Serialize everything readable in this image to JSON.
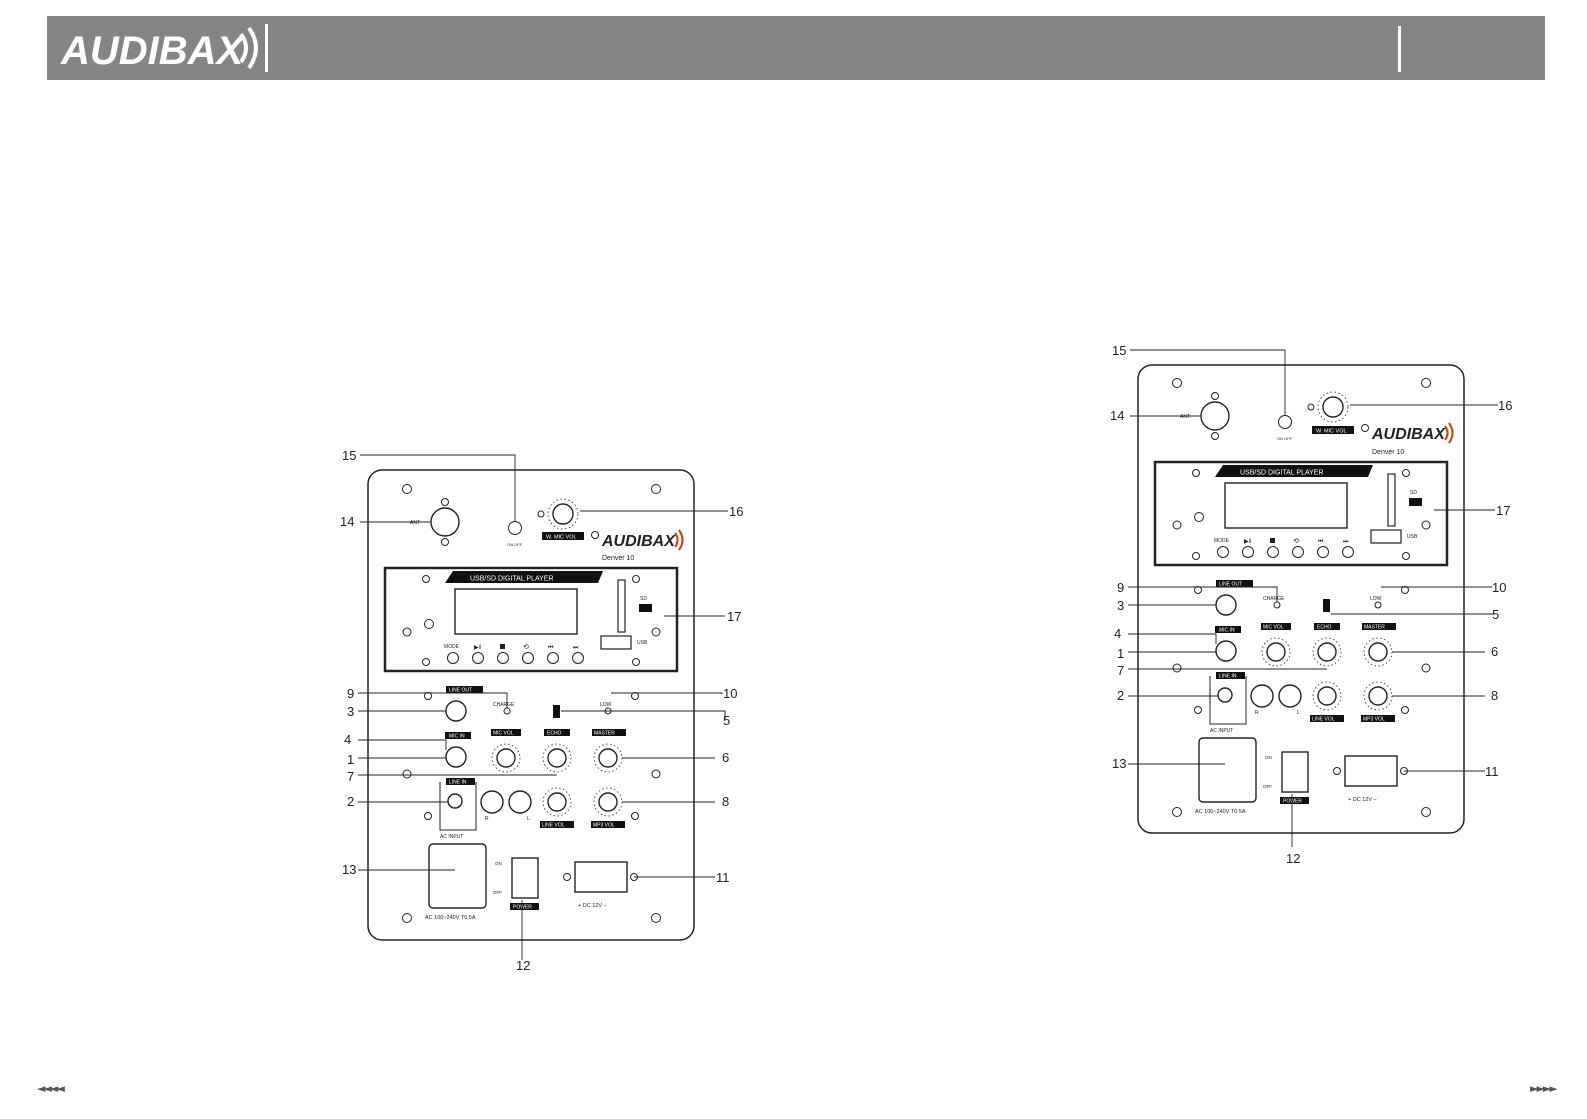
{
  "header": {
    "brand_logo": "AUDIBAX",
    "bg_color": "#858585"
  },
  "panel": {
    "ant": "ANT",
    "on_off": "ON OFF",
    "w_mic_vol": "W. MIC VOL",
    "brand": "AUDIBAX",
    "model": "Denver 10",
    "player_title": "USB/SD DIGITAL PLAYER",
    "sd": "SD",
    "usb": "USB",
    "mode": "MODE",
    "line_out": "LINE OUT",
    "charge": "CHARGE",
    "low": "LOW",
    "mic_in": "MIC IN",
    "mic_vol": "MIC VOL",
    "echo": "ECHO",
    "master": "MASTER",
    "line_in": "LINE IN",
    "r": "R",
    "l": "L",
    "line_vol": "LINE VOL",
    "mp3_vol": "MP3 VOL",
    "ac_input": "AC INPUT",
    "on": "ON",
    "off": "OFF",
    "power": "POWER",
    "dc": "+ DC 12V −",
    "ac_spec": "AC 100~240V T0.5A"
  },
  "callouts": {
    "c1": "1",
    "c2": "2",
    "c3": "3",
    "c4": "4",
    "c5": "5",
    "c6": "6",
    "c7": "7",
    "c8": "8",
    "c9": "9",
    "c10": "10",
    "c11": "11",
    "c12": "12",
    "c13": "13",
    "c14": "14",
    "c15": "15",
    "c16": "16",
    "c17": "17"
  },
  "footer": {
    "prev": "◄◄◄◄",
    "next": "►►►►"
  }
}
